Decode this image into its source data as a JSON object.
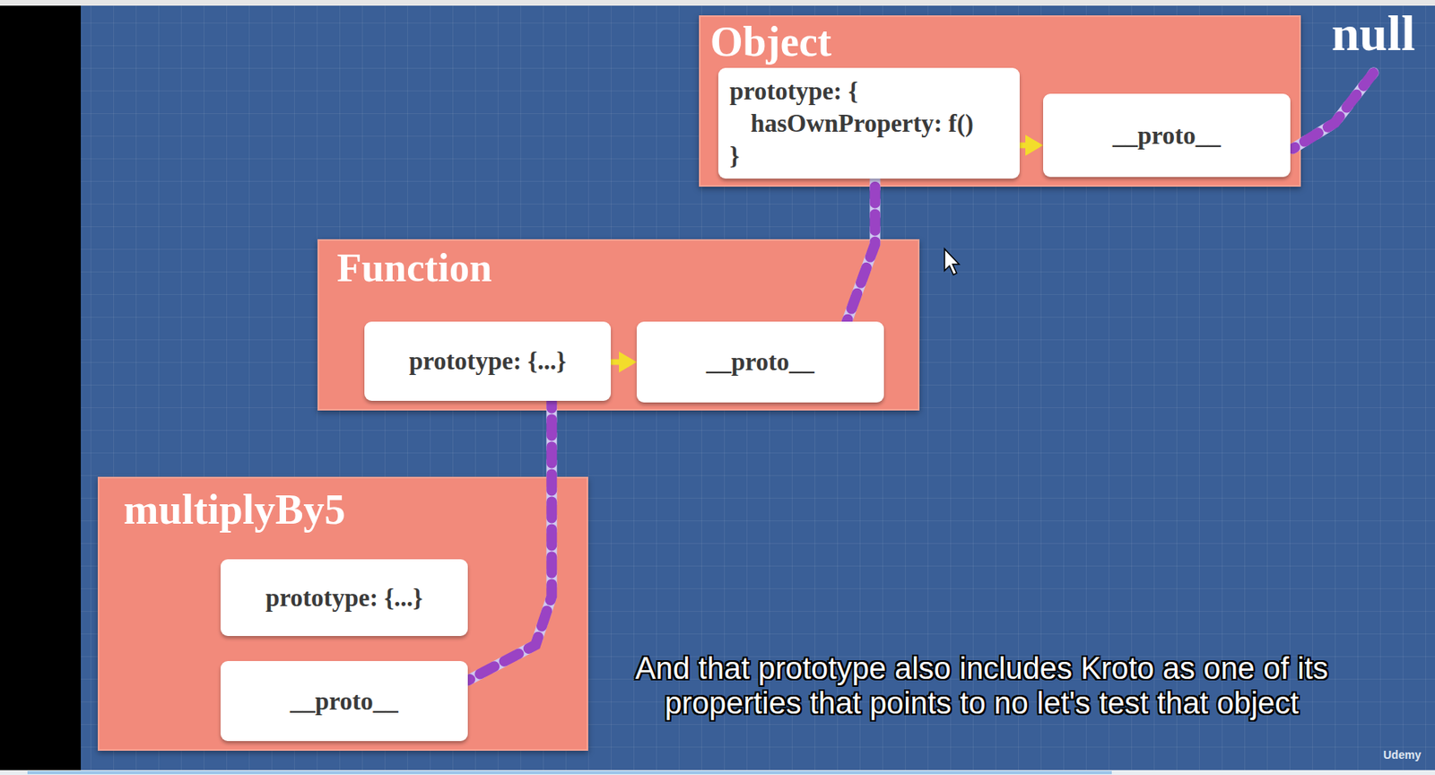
{
  "diagram": {
    "caption": "And that prototype also includes Kroto as one of its properties that points to no let's test that object",
    "nodes": [
      {
        "text": [
          "Object"
        ]
      },
      {
        "text": [
          "prototype: {",
          "hasOwnProperty: f()",
          "}"
        ],
        "in": 0
      },
      {
        "text": [
          "__proto__"
        ],
        "in": 0
      },
      {
        "text": [
          "Function"
        ]
      },
      {
        "text": [
          "prototype: {...}"
        ],
        "in": 3
      },
      {
        "text": [
          "__proto__"
        ],
        "in": 3
      },
      {
        "text": [
          "multiplyBy5"
        ]
      },
      {
        "text": [
          "prototype: {...}"
        ],
        "in": 6
      },
      {
        "text": [
          "__proto__"
        ],
        "in": 6
      }
    ],
    "edges": [
      {
        "from": 1,
        "to": 2,
        "arrow": "to"
      },
      {
        "from": 4,
        "to": 5,
        "arrow": "to"
      },
      {
        "from": 8,
        "to": 4,
        "arrow": "none"
      },
      {
        "from": 5,
        "to": 1,
        "arrow": "none"
      }
    ],
    "labels": [
      "null",
      "Udemy"
    ]
  }
}
